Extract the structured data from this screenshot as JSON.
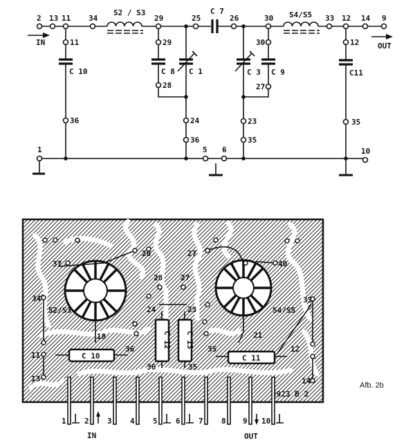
{
  "schematic": {
    "top_nodes": [
      "2",
      "13",
      "11",
      "34",
      "29",
      "25",
      "26",
      "30",
      "33",
      "12",
      "14",
      "9"
    ],
    "bottom_nodes": [
      "1",
      "5",
      "6",
      "10"
    ],
    "inductors": [
      "S2 / S3",
      "S4/S5"
    ],
    "capacitors": {
      "c7": "C 7",
      "c10": "C 10",
      "c8": "C 8",
      "c1": "C 1",
      "c3": "C 3",
      "c9": "C 9",
      "c11": "C11"
    },
    "branch_nodes": {
      "c10_top": "11",
      "c10_bottom": "36",
      "c8_top": "29",
      "c8_bottom": "28",
      "c1_a": "24",
      "c1_b": "36",
      "c9_top": "30",
      "c9_bottom": "27",
      "c3_a": "23",
      "c3_b": "35",
      "c11_top": "12",
      "c11_bottom": "35"
    },
    "input_label": "IN",
    "output_label": "OUT"
  },
  "board": {
    "labels": {
      "l37": "37",
      "l28a": "28",
      "l28b": "28",
      "l27a": "27",
      "l27b": "27",
      "l40": "40",
      "l34": "34",
      "s2s3": "S2/S3",
      "l24": "24",
      "l23": "23",
      "s4s5": "S4/S5",
      "l33": "33",
      "l18": "18",
      "l36a": "36",
      "l21": "21",
      "l35a": "35",
      "l12": "12",
      "l11": "11",
      "l13": "13",
      "l36b": "36",
      "l35b": "35",
      "l14": "14",
      "c10": "C 10",
      "c11": "C 11",
      "c12": "C 12",
      "c13": "C 13",
      "code": "2923 B 2"
    },
    "pins": [
      "1",
      "2",
      "3",
      "4",
      "5",
      "6",
      "7",
      "8",
      "9",
      "10"
    ],
    "input_label": "IN",
    "output_label": "OUT"
  },
  "caption": "Afb. 2b"
}
